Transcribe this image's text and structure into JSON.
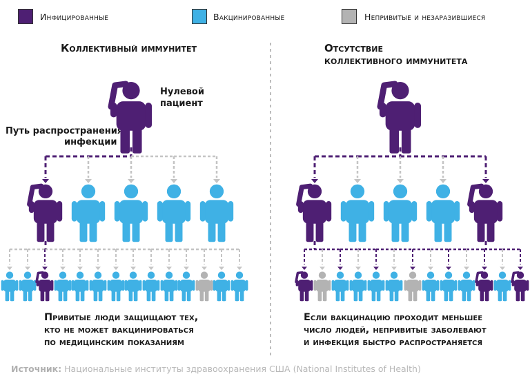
{
  "colors": {
    "infected": "#4e1f73",
    "vaccinated": "#3fb1e5",
    "unvaccinated": "#b3b3b3",
    "divider": "#bdbdbd"
  },
  "legend": {
    "infected": "Инфицированные",
    "vaccinated": "Вакцинированные",
    "unvaccinated": "Непривитые и незаразившиеся"
  },
  "left_panel": {
    "title": "Коллективный иммунитет",
    "patient_zero_line1": "Нулевой",
    "patient_zero_line2": "пациент",
    "spread_line1": "Путь распространения",
    "spread_line2": "инфекции",
    "middle_row": [
      "infected",
      "vaccinated",
      "vaccinated",
      "vaccinated",
      "vaccinated"
    ],
    "bottom_row": [
      "vaccinated",
      "vaccinated",
      "infected",
      "vaccinated",
      "vaccinated",
      "vaccinated",
      "vaccinated",
      "vaccinated",
      "vaccinated",
      "vaccinated",
      "vaccinated",
      "unvaccinated",
      "vaccinated",
      "vaccinated"
    ],
    "caption_line1": "Привитые люди защищают тех,",
    "caption_line2": "кто не может вакцинироваться",
    "caption_line3": "по медицинским показаниям"
  },
  "right_panel": {
    "title_line1": "Отсутствие",
    "title_line2": "коллективного иммунитета",
    "middle_row": [
      "infected",
      "vaccinated",
      "vaccinated",
      "vaccinated",
      "infected"
    ],
    "bottom_row": [
      "infected",
      "unvaccinated",
      "vaccinated",
      "vaccinated",
      "vaccinated",
      "vaccinated",
      "unvaccinated",
      "vaccinated",
      "vaccinated",
      "vaccinated",
      "infected",
      "vaccinated",
      "infected"
    ],
    "caption_line1": "Если вакцинацию проходит меньшее",
    "caption_line2": "число людей, непривитые заболевают",
    "caption_line3": "и инфекция быстро распространяется"
  },
  "source": {
    "label": "Источник:",
    "text": " Национальные институты здравоохранения США (National Institutes of Health)"
  }
}
